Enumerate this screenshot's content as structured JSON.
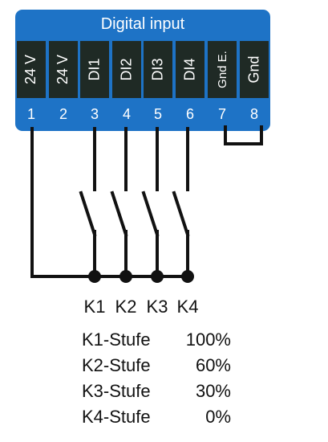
{
  "terminal_block": {
    "title": "Digital input",
    "color": "#1e73c6",
    "label_color": "#1f2a25",
    "terminals": [
      {
        "number": "1",
        "label": "24 V"
      },
      {
        "number": "2",
        "label": "24 V"
      },
      {
        "number": "3",
        "label": "DI1"
      },
      {
        "number": "4",
        "label": "DI2"
      },
      {
        "number": "5",
        "label": "DI3"
      },
      {
        "number": "6",
        "label": "DI4"
      },
      {
        "number": "7",
        "label": "Gnd E."
      },
      {
        "number": "8",
        "label": "Gnd"
      }
    ]
  },
  "contacts": [
    "K1",
    "K2",
    "K3",
    "K4"
  ],
  "stages": [
    {
      "name": "K1-Stufe",
      "value": "100%"
    },
    {
      "name": "K2-Stufe",
      "value": "60%"
    },
    {
      "name": "K3-Stufe",
      "value": "30%"
    },
    {
      "name": "K4-Stufe",
      "value": "0%"
    }
  ]
}
